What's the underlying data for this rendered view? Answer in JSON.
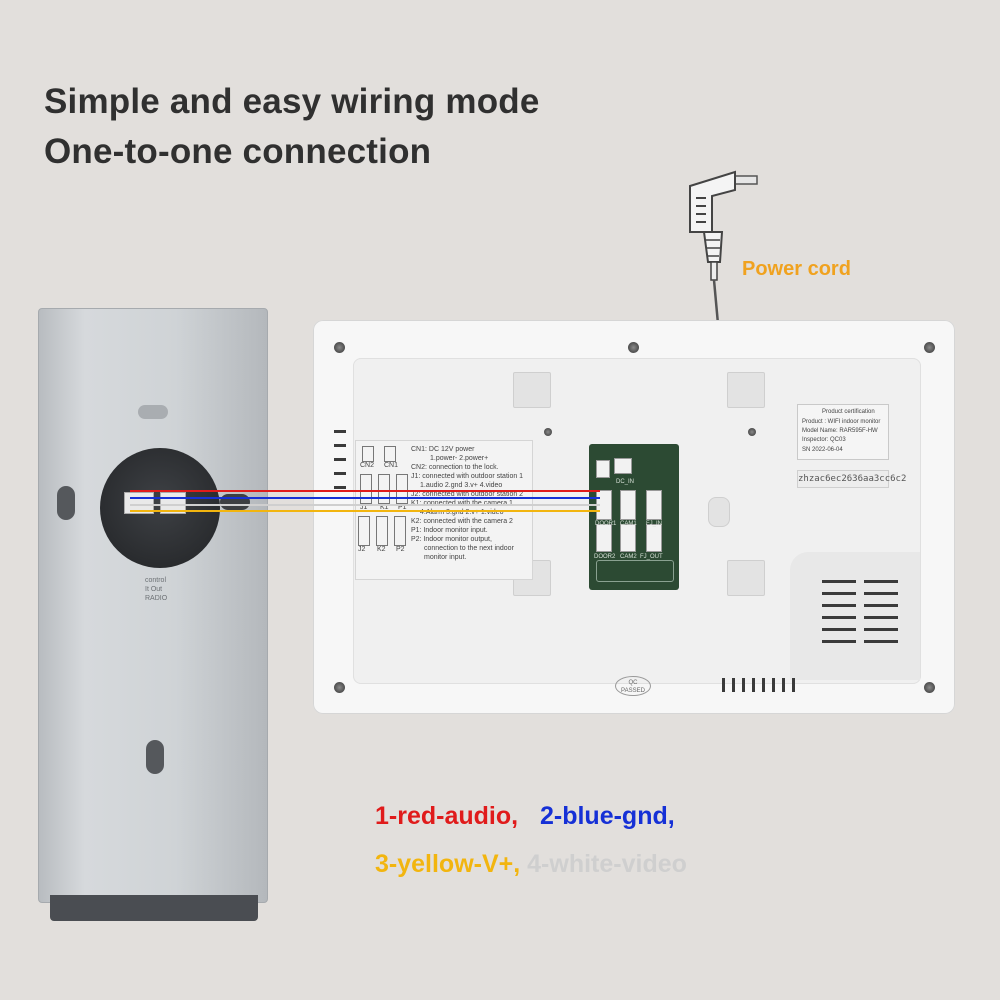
{
  "header": {
    "line1": "Simple and easy wiring mode",
    "line2": "One-to-one connection"
  },
  "power_cord": {
    "label": "Power cord",
    "color": "#f0a21f"
  },
  "outdoor_unit": {
    "texts": [
      "control",
      "RADIO",
      "It Out"
    ]
  },
  "monitor": {
    "label_sheet": {
      "left_labels": [
        "CN2",
        "CN1",
        "J1",
        "K1",
        "P1",
        "J2",
        "K2",
        "P2"
      ],
      "lines": [
        "CN1: DC 12V power",
        "1.power-      2.power+",
        "CN2: connection to the lock.",
        "J1: connected with outdoor station 1",
        "1.audio   2.gnd   3.v+   4.video",
        "J2: connected with outdoor station 2",
        "K1: connected with the camera 1",
        "4.Alarm  3.gnd  2.v+  1.video",
        "K2: connected with the camera 2",
        "P1: Indoor monitor input.",
        "P2: Indoor monitor output,",
        "connection to the next indoor",
        "monitor input."
      ]
    },
    "pcb_labels": [
      "DC_IN",
      "DOOR1",
      "CAM1",
      "FJ_IN",
      "DOOR2",
      "CAM2",
      "FJ_OUT"
    ],
    "certification": {
      "lines": [
        "Product certification",
        "Product : WIFI indoor monitor",
        "Model Name: RAR595F-HW",
        "Inspector: QC03",
        "SN 2022-06-04"
      ],
      "serial": "zhzac6ec2636aa3cc6c2"
    },
    "qc_stamp": [
      "QC",
      "PASSED"
    ]
  },
  "wires": [
    {
      "id": "red",
      "color": "#e01b1b"
    },
    {
      "id": "blue",
      "color": "#1530d6"
    },
    {
      "id": "yellow",
      "color": "#f2b50f"
    },
    {
      "id": "white",
      "color": "#cfcfcf"
    }
  ],
  "legend": {
    "row1": [
      {
        "text": "1-red-audio,",
        "color": "#e01b1b"
      },
      {
        "text": "2-blue-gnd,",
        "color": "#1530d6"
      }
    ],
    "row2": [
      {
        "text": "3-yellow-V+,",
        "color": "#f2b50f"
      },
      {
        "text": "4-white-video",
        "color": "#cfcfcf"
      }
    ]
  }
}
